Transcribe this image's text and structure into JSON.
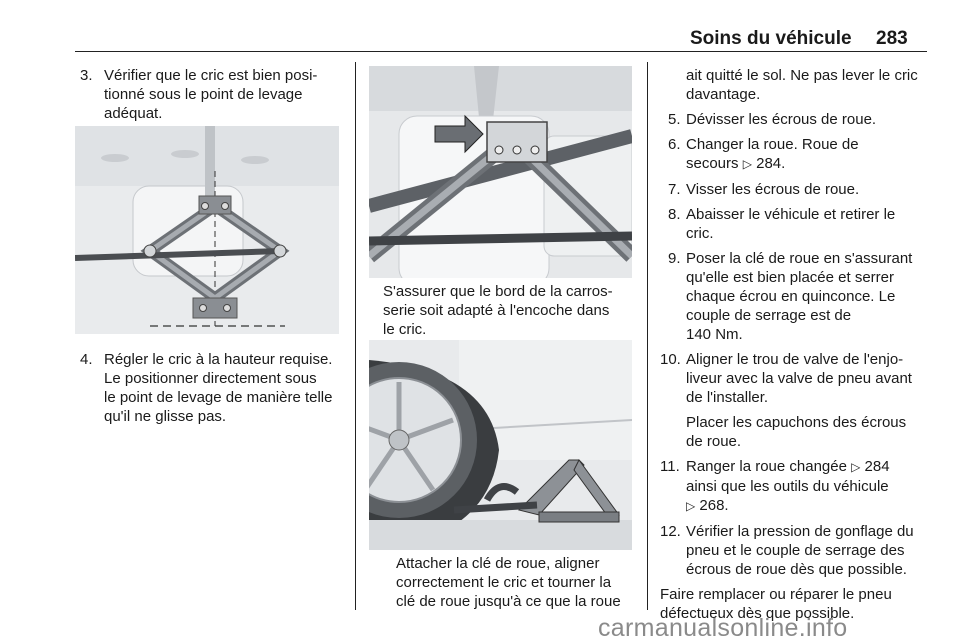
{
  "header": {
    "title": "Soins du véhicule",
    "page": "283"
  },
  "col1": {
    "step3": {
      "num": "3.",
      "lines": [
        "Vérifier que le cric est bien posi-",
        "tionné sous le point de levage",
        "adéquat."
      ]
    },
    "step4": {
      "num": "4.",
      "lines": [
        "Régler le cric à la hauteur requise.",
        "Le positionner directement sous",
        "le point de levage de manière telle",
        "qu'il ne glisse pas."
      ]
    }
  },
  "col2": {
    "caption1": [
      "S'assurer que le bord de la carros-",
      "serie soit adapté à l'encoche dans",
      "le cric."
    ],
    "caption2": [
      "Attacher la clé de roue, aligner",
      "correctement le cric et tourner la",
      "clé de roue jusqu'à ce que la roue"
    ]
  },
  "col3": {
    "cont": [
      "ait quitté le sol. Ne pas lever le cric",
      "davantage."
    ],
    "s5": {
      "num": "5.",
      "lines": [
        "Dévisser les écrous de roue."
      ]
    },
    "s6": {
      "num": "6.",
      "line1": "Changer la roue. Roue de",
      "line2_pre": "secours",
      "arrow": "▷",
      "line2_ref": "284."
    },
    "s7": {
      "num": "7.",
      "lines": [
        "Visser les écrous de roue."
      ]
    },
    "s8": {
      "num": "8.",
      "lines": [
        "Abaisser le véhicule et retirer le",
        "cric."
      ]
    },
    "s9": {
      "num": "9.",
      "lines": [
        "Poser la clé de roue en s'assurant",
        "qu'elle est bien placée et serrer",
        "chaque écrou en quinconce. Le",
        "couple de serrage est de",
        "140 Nm."
      ]
    },
    "s10": {
      "num": "10.",
      "lines": [
        "Aligner le trou de valve de l'enjo-",
        "liveur avec la valve de pneu avant",
        "de l'installer."
      ],
      "extra": [
        "Placer les capuchons des écrous",
        "de roue."
      ]
    },
    "s11": {
      "num": "11.",
      "line1_pre": "Ranger la roue changée",
      "arrow": "▷",
      "line1_ref": "284",
      "line2": "ainsi que les outils du véhicule",
      "line3_ref": "268."
    },
    "s12": {
      "num": "12.",
      "lines": [
        "Vérifier la pression de gonflage du",
        "pneu et le couple de serrage des",
        "écrous de roue dès que possible."
      ]
    },
    "final": [
      "Faire remplacer ou réparer le pneu",
      "défectueux dès que possible."
    ]
  },
  "watermark": "carmanualsonline.info"
}
